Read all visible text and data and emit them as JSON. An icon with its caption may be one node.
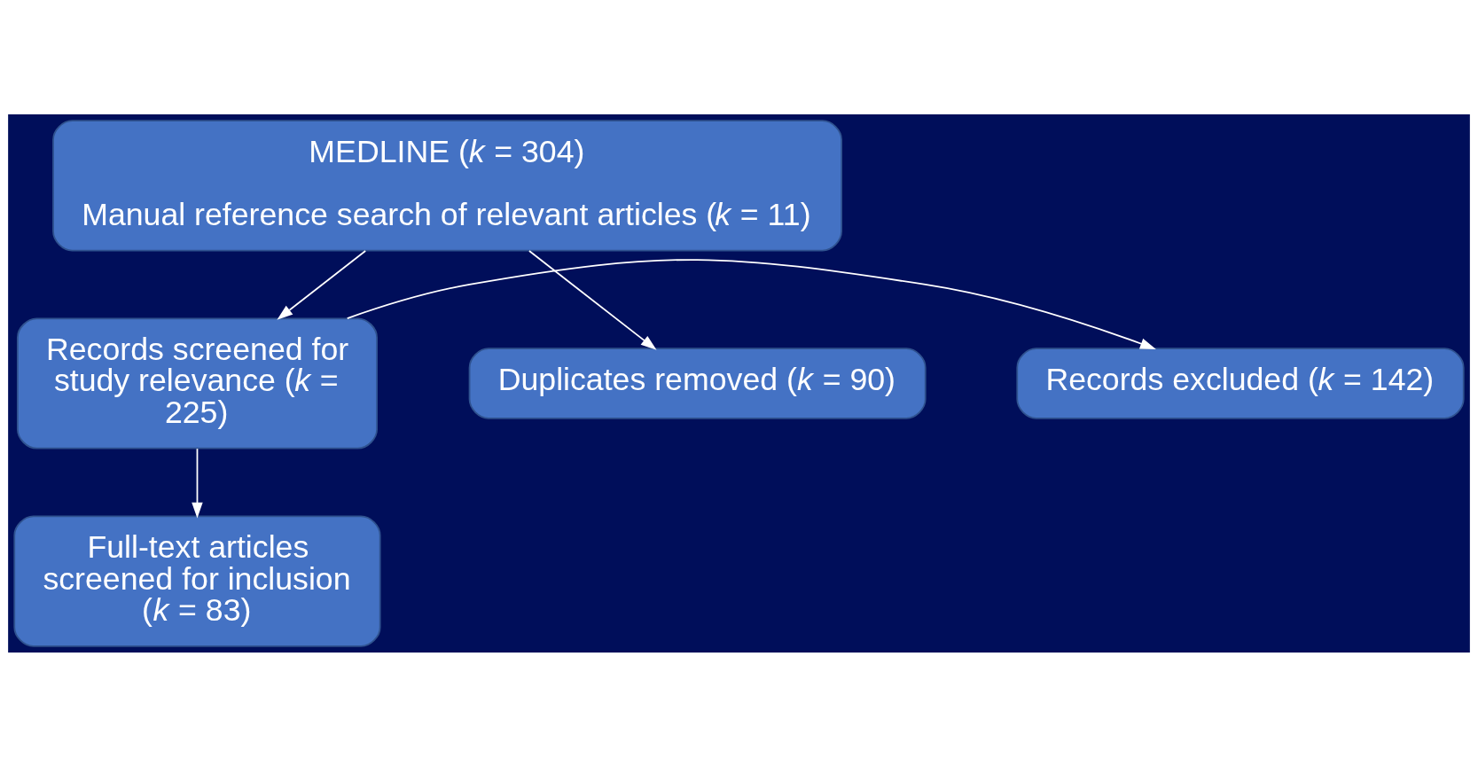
{
  "diagram": {
    "nodes": [
      {
        "text": [
          "MEDLINE (*k* = 304)",
          "Manual reference search of relevant articles (*k* = 11)"
        ]
      },
      {
        "text": [
          "Duplicates removed (*k* = 90)"
        ]
      },
      {
        "text": [
          "Records screened for study relevance (*k* = 225)"
        ]
      },
      {
        "text": [
          "Records excluded (*k* = 142)"
        ]
      },
      {
        "text": [
          "Full-text articles screened for inclusion (*k* = 83)"
        ]
      }
    ],
    "edges": [
      {
        "from": 0,
        "to": 2,
        "arrow": "to"
      },
      {
        "from": 0,
        "to": 1,
        "arrow": "to"
      },
      {
        "from": 2,
        "to": 3,
        "arrow": "to"
      },
      {
        "from": 2,
        "to": 4,
        "arrow": "to"
      }
    ]
  }
}
